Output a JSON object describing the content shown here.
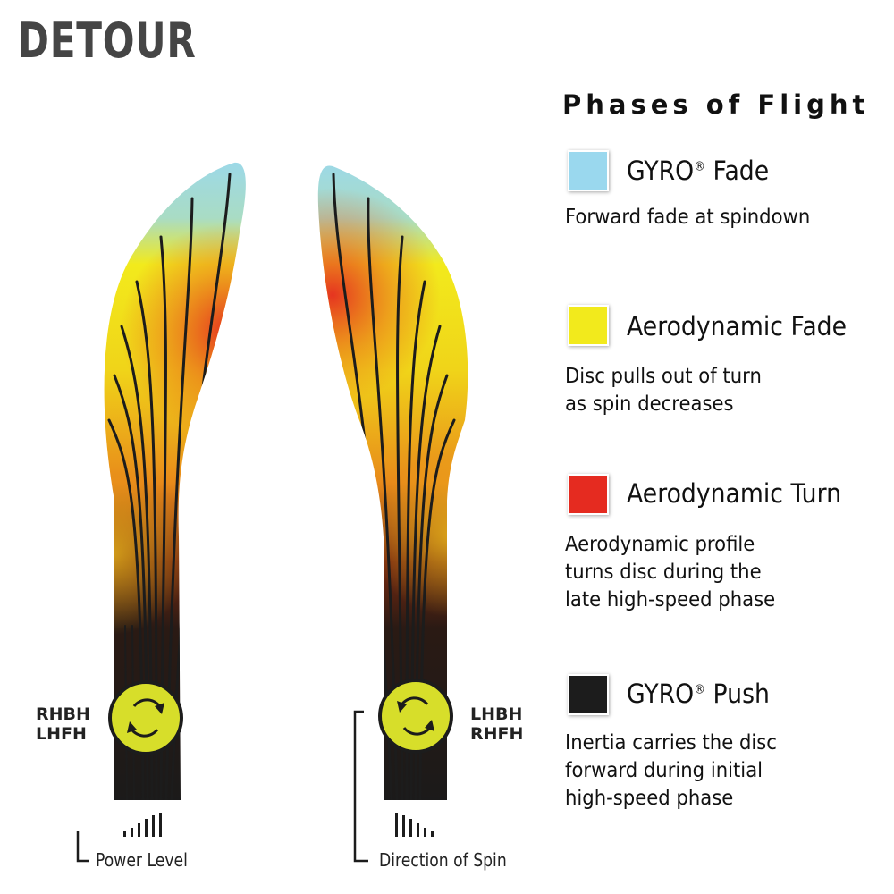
{
  "title": "DETOUR",
  "legend": {
    "heading": "Phases of Flight",
    "items": [
      {
        "name": "GYRO",
        "mark": "®",
        "suffix": " Fade",
        "description": "Forward fade at spindown",
        "color": "#9ad8ee"
      },
      {
        "name": "Aerodynamic Fade",
        "mark": "",
        "suffix": "",
        "description": "Disc pulls out of turn\nas spin decreases",
        "color": "#f2ea1c"
      },
      {
        "name": "Aerodynamic Turn",
        "mark": "",
        "suffix": "",
        "description": "Aerodynamic profile\nturns disc during the\nlate high-speed phase",
        "color": "#e52b20"
      },
      {
        "name": "GYRO",
        "mark": "®",
        "suffix": " Push",
        "description": "Inertia carries the disc\nforward during initial\nhigh-speed phase",
        "color": "#1c1c1c"
      }
    ]
  },
  "throws": {
    "left": "RHBH\nLHFH",
    "right": "LHBH\nRHFH"
  },
  "captions": {
    "power": "Power Level",
    "spin": "Direction of Spin"
  },
  "icons": {
    "spin_indicator": "rotation-arrows-icon",
    "power_bars": "power-level-bars-icon"
  }
}
